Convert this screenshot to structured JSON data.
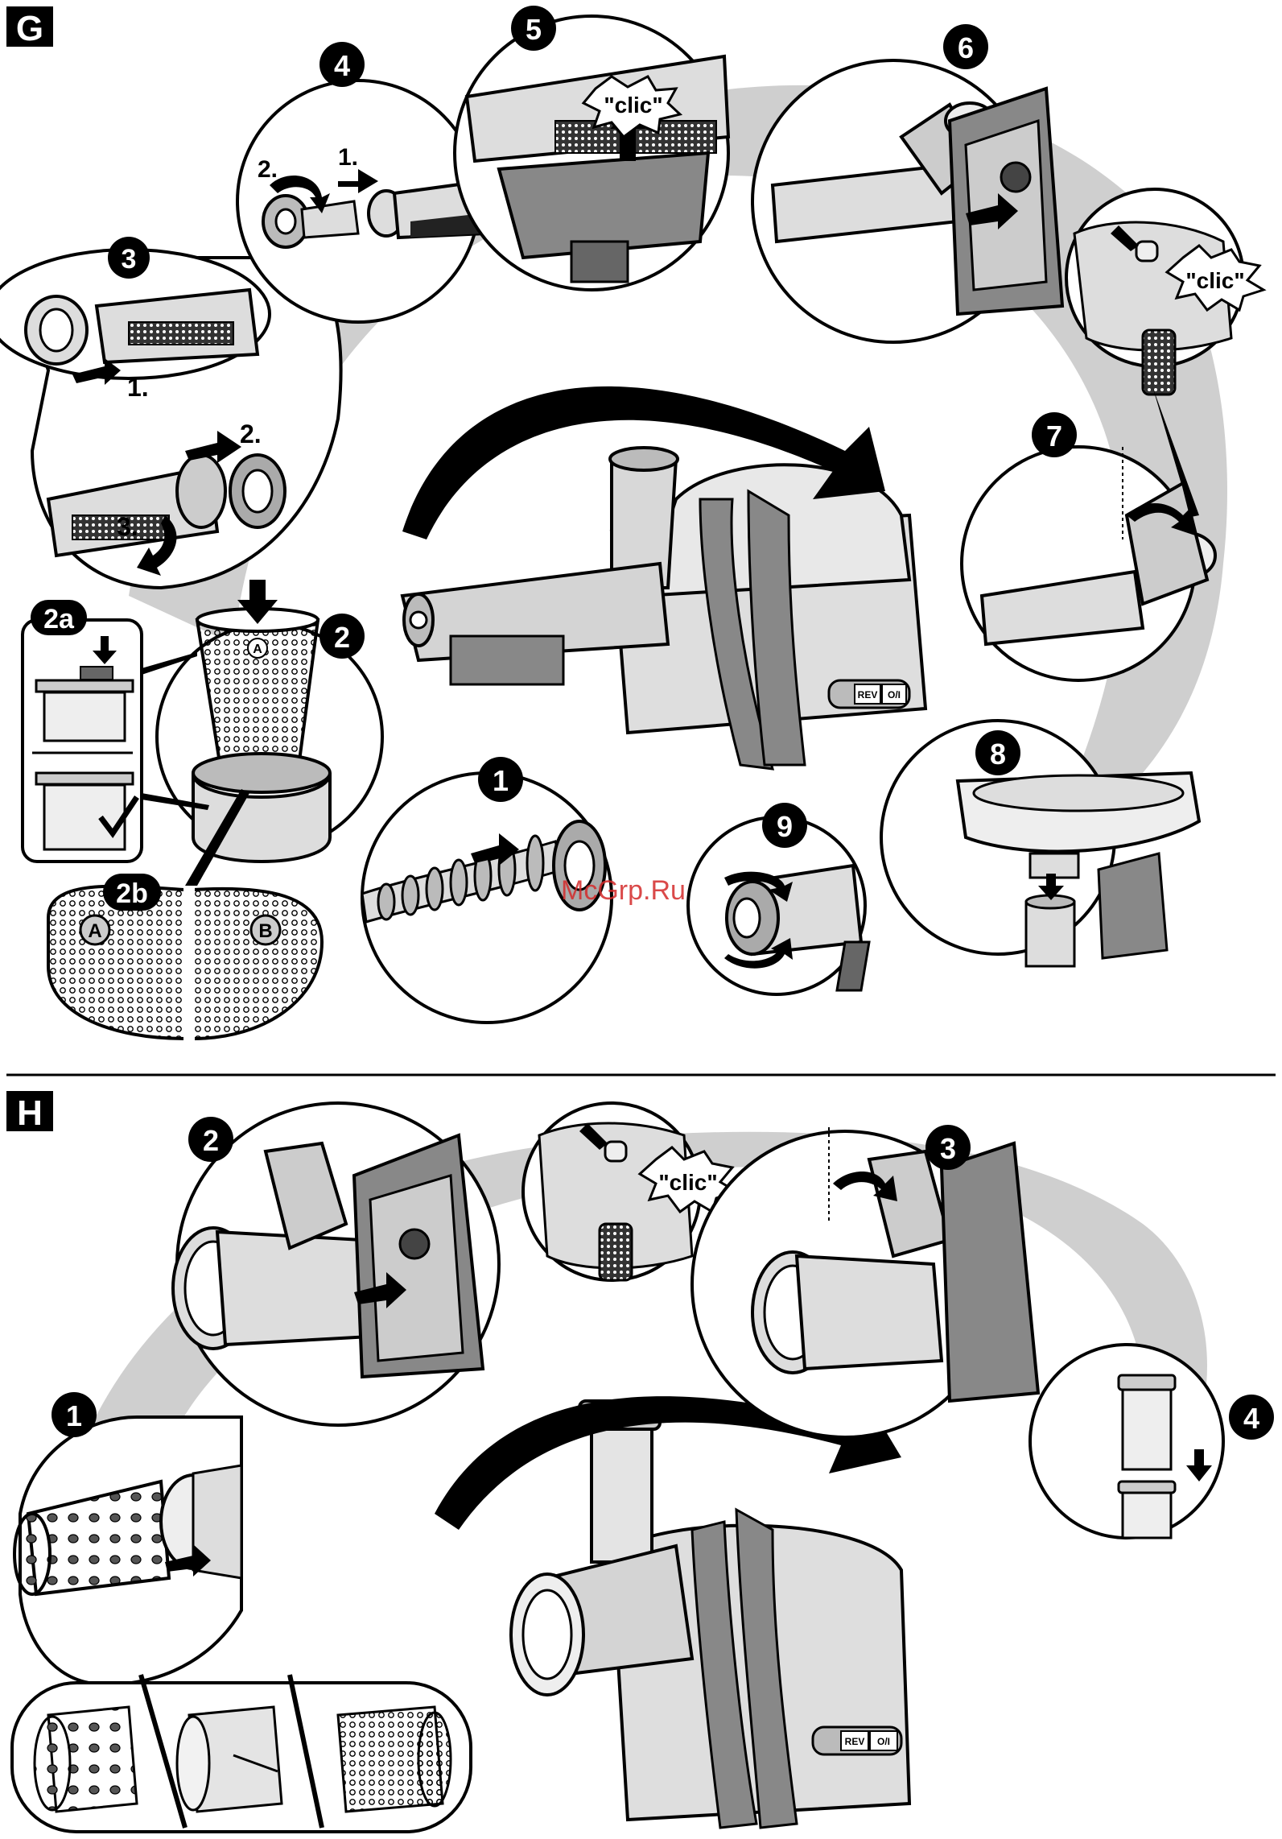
{
  "sections": {
    "g": {
      "label": "G"
    },
    "h": {
      "label": "H"
    }
  },
  "g_steps": {
    "s1": "1",
    "s2": "2",
    "s2a": "2a",
    "s2b": "2b",
    "s3": "3",
    "s4": "4",
    "s5": "5",
    "s6": "6",
    "s7": "7",
    "s8": "8",
    "s9": "9"
  },
  "h_steps": {
    "s1": "1",
    "s2": "2",
    "s3": "3",
    "s4": "4"
  },
  "sub_labels": {
    "one": "1.",
    "two": "2.",
    "three": "3."
  },
  "clic_text": "\"clic\"",
  "panel_labels": {
    "rev": "REV",
    "power": "O/I"
  },
  "sieve_labels": {
    "a": "A",
    "b": "B"
  },
  "watermark": "McGrp.Ru",
  "colors": {
    "outline": "#000000",
    "shade": "#c9c9c9",
    "body": "#dcdcdc",
    "accent": "#7a7a7a",
    "watermark": "#d42a2a"
  }
}
